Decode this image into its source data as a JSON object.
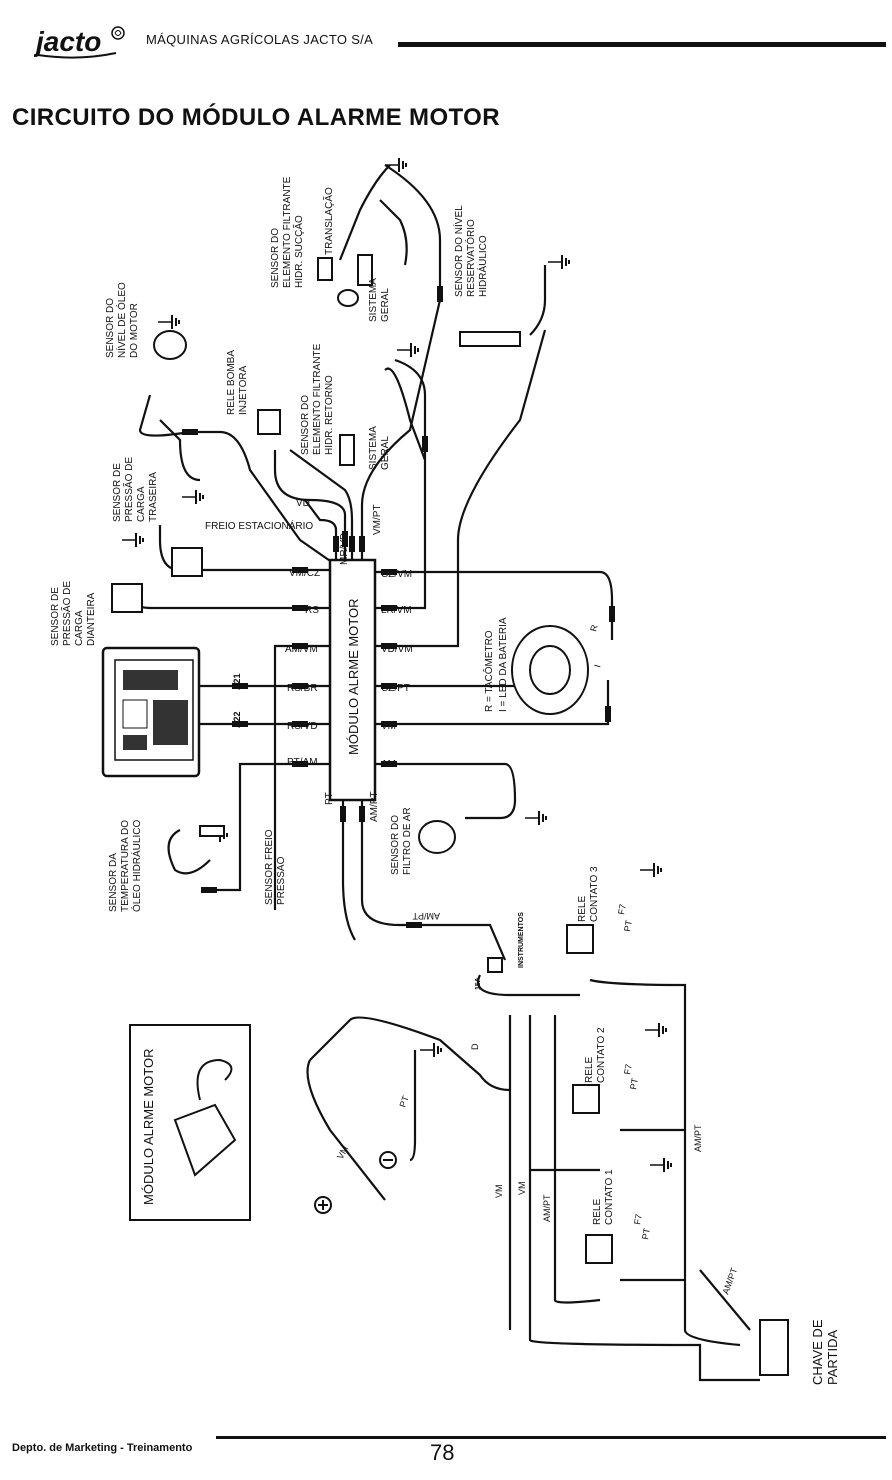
{
  "header": {
    "logo_text": "jacto",
    "company": "MÁQUINAS AGRÍCOLAS JACTO S/A"
  },
  "title": "CIRCUITO DO MÓDULO ALARME MOTOR",
  "module": {
    "label": "MÓDULO ALRME MOTOR",
    "left_wires": [
      "VM/CZ",
      "RS",
      "AM/VM",
      "RS/BR",
      "RS/VD",
      "PT/AM"
    ],
    "right_wires": [
      "CZ/VM",
      "LR/VM",
      "VD/VM",
      "CZ/PT",
      "VM",
      "AM"
    ],
    "top_wires": [
      "VD",
      "FREIO ESTACIONÁRIO",
      "MR/VD",
      "VM/PT"
    ],
    "bottom_wires": [
      "PT",
      "AM/PT"
    ]
  },
  "components": {
    "nivel_oleo": [
      "SENSOR DO",
      "NÍVEL DE ÓLEO",
      "DO MOTOR"
    ],
    "filtrante_succao": [
      "SENSOR DO",
      "ELEMENTO FILTRANTE",
      "HIDR. SUCÇÃO"
    ],
    "translacao": "TRANSLAÇÃO",
    "sistema_geral_1": [
      "SISTEMA",
      "GERAL"
    ],
    "nivel_reservatorio": [
      "SENSOR DO NÍVEL",
      "RESERVATÓRIO",
      "HIDRÁULICO"
    ],
    "rele_bomba": [
      "RELE BOMBA",
      "INJETORA"
    ],
    "filtrante_retorno": [
      "SENSOR DO",
      "ELEMENTO FILTRANTE",
      "HIDR. RETORNO"
    ],
    "sistema_geral_2": [
      "SISTEMA",
      "GERAL"
    ],
    "pressao_traseira": [
      "SENSOR DE",
      "PRESSÃO DE",
      "CARGA",
      "TRASEIRA"
    ],
    "pressao_dianteira": [
      "SENSOR DE",
      "PRESSÃO DE",
      "CARGA",
      "DIANTEIRA"
    ],
    "tacometro": [
      "R = TACÔMETRO",
      "I = LED DA BATERIA"
    ],
    "temperatura": [
      "SENSOR  DA",
      "TEMPERATURA DO",
      "ÓLEO HIDRÁULICO"
    ],
    "freio_pressao": [
      "SENSOR FREIO",
      "PRESSÃO"
    ],
    "filtro_ar": [
      "SENSOR DO",
      "FILTRO DE AR"
    ],
    "rele_contato_3": [
      "RELE",
      "CONTATO 3"
    ],
    "rele_contato_2": [
      "RELE",
      "CONTATO 2"
    ],
    "rele_contato_1": [
      "RELE",
      "CONTATO 1"
    ],
    "chave_partida": [
      "CHAVE DE",
      "PARTIDA"
    ],
    "instrumentos": "INSTRUMENTOS",
    "fuse": "15A",
    "panel_a21": "A21",
    "panel_a22": "A22",
    "inset_label": "MÓDULO ALRME MOTOR"
  },
  "wire_labels": {
    "am_pt_top": "AM/PT",
    "pt_battery": "PT",
    "vm_battery": "VM",
    "d": "D",
    "vm_a": "VM",
    "vm_b": "VM",
    "am_pt_a": "AM/PT",
    "am_pt_b": "AM/PT",
    "am_pt_c": "AM/PT",
    "pt_r3": "PT",
    "f7_r3": "F7",
    "pt_r2": "PT",
    "f7_r2": "F7",
    "pt_r1": "PT",
    "f7_r1": "F7",
    "r": "R",
    "i": "I"
  },
  "footer": {
    "left": "Depto. de Marketing - Treinamento",
    "page": "78"
  }
}
